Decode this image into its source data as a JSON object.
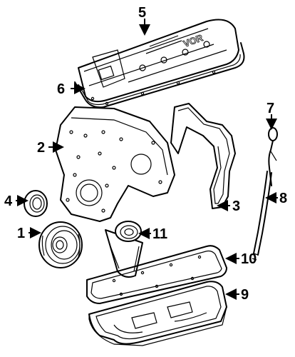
{
  "callouts": [
    {
      "key": "crankshaft_pulley",
      "label": "1"
    },
    {
      "key": "front_cover",
      "label": "2"
    },
    {
      "key": "cover_gasket",
      "label": "3"
    },
    {
      "key": "front_seal",
      "label": "4"
    },
    {
      "key": "valve_cover",
      "label": "5"
    },
    {
      "key": "valve_cover_gasket",
      "label": "6"
    },
    {
      "key": "dipstick",
      "label": "7"
    },
    {
      "key": "dipstick_tube",
      "label": "8"
    },
    {
      "key": "oil_pan",
      "label": "9"
    },
    {
      "key": "oil_pan_gasket",
      "label": "10"
    },
    {
      "key": "oil_filter",
      "label": "11"
    }
  ],
  "valve_cover_stamp": "VOR"
}
